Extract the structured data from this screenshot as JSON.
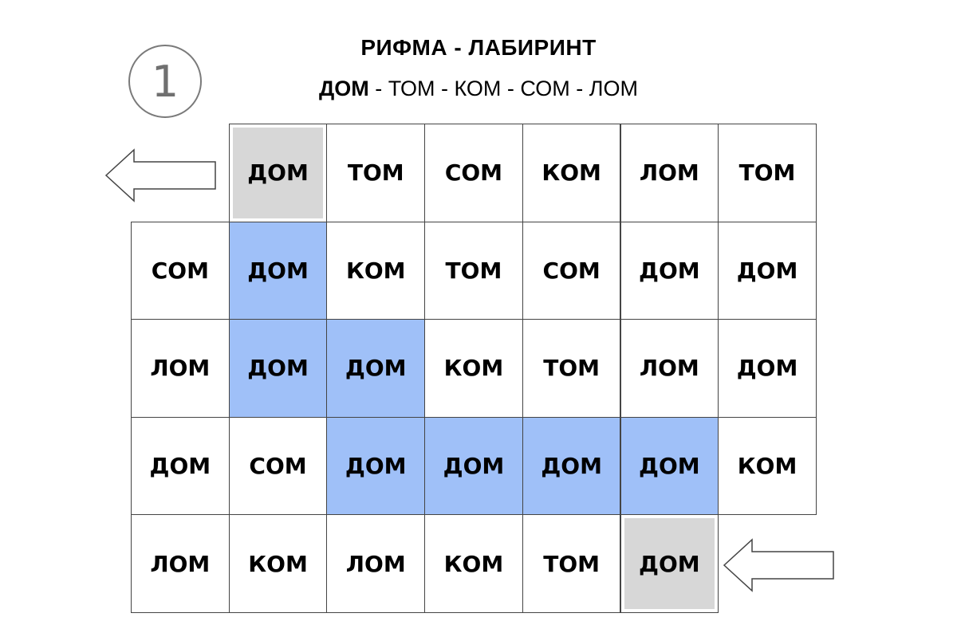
{
  "badge": "1",
  "title": "РИФМА - ЛАБИРИНТ",
  "subtitle": {
    "first": "ДОМ",
    "rest": " - ТОМ - КОМ - СОМ - ЛОМ"
  },
  "colors": {
    "path": "#9fc0f8",
    "endpoint": "#d7d7d7",
    "border": "#444444"
  },
  "arrows": {
    "exit": "arrow-left",
    "entry": "arrow-left"
  },
  "grid": {
    "rows": [
      {
        "offset": 1,
        "cells": [
          {
            "text": "ДОМ",
            "state": "end"
          },
          {
            "text": "ТОМ",
            "state": ""
          },
          {
            "text": "СОМ",
            "state": ""
          },
          {
            "text": "КОМ",
            "state": ""
          },
          {
            "text": "ЛОМ",
            "state": ""
          },
          {
            "text": "ТОМ",
            "state": ""
          }
        ]
      },
      {
        "offset": 0,
        "cells": [
          {
            "text": "СОМ",
            "state": ""
          },
          {
            "text": "ДОМ",
            "state": "path"
          },
          {
            "text": "КОМ",
            "state": ""
          },
          {
            "text": "ТОМ",
            "state": ""
          },
          {
            "text": "СОМ",
            "state": ""
          },
          {
            "text": "ДОМ",
            "state": ""
          },
          {
            "text": "ДОМ",
            "state": ""
          }
        ]
      },
      {
        "offset": 0,
        "cells": [
          {
            "text": "ЛОМ",
            "state": ""
          },
          {
            "text": "ДОМ",
            "state": "path"
          },
          {
            "text": "ДОМ",
            "state": "path"
          },
          {
            "text": "КОМ",
            "state": ""
          },
          {
            "text": "ТОМ",
            "state": ""
          },
          {
            "text": "ЛОМ",
            "state": ""
          },
          {
            "text": "ДОМ",
            "state": ""
          }
        ]
      },
      {
        "offset": 0,
        "cells": [
          {
            "text": "ДОМ",
            "state": ""
          },
          {
            "text": "СОМ",
            "state": ""
          },
          {
            "text": "ДОМ",
            "state": "path"
          },
          {
            "text": "ДОМ",
            "state": "path"
          },
          {
            "text": "ДОМ",
            "state": "path"
          },
          {
            "text": "ДОМ",
            "state": "path"
          },
          {
            "text": "КОМ",
            "state": ""
          }
        ]
      },
      {
        "offset": 0,
        "cells": [
          {
            "text": "ЛОМ",
            "state": ""
          },
          {
            "text": "КОМ",
            "state": ""
          },
          {
            "text": "ЛОМ",
            "state": ""
          },
          {
            "text": "КОМ",
            "state": ""
          },
          {
            "text": "ТОМ",
            "state": ""
          },
          {
            "text": "ДОМ",
            "state": "end"
          }
        ]
      }
    ]
  }
}
